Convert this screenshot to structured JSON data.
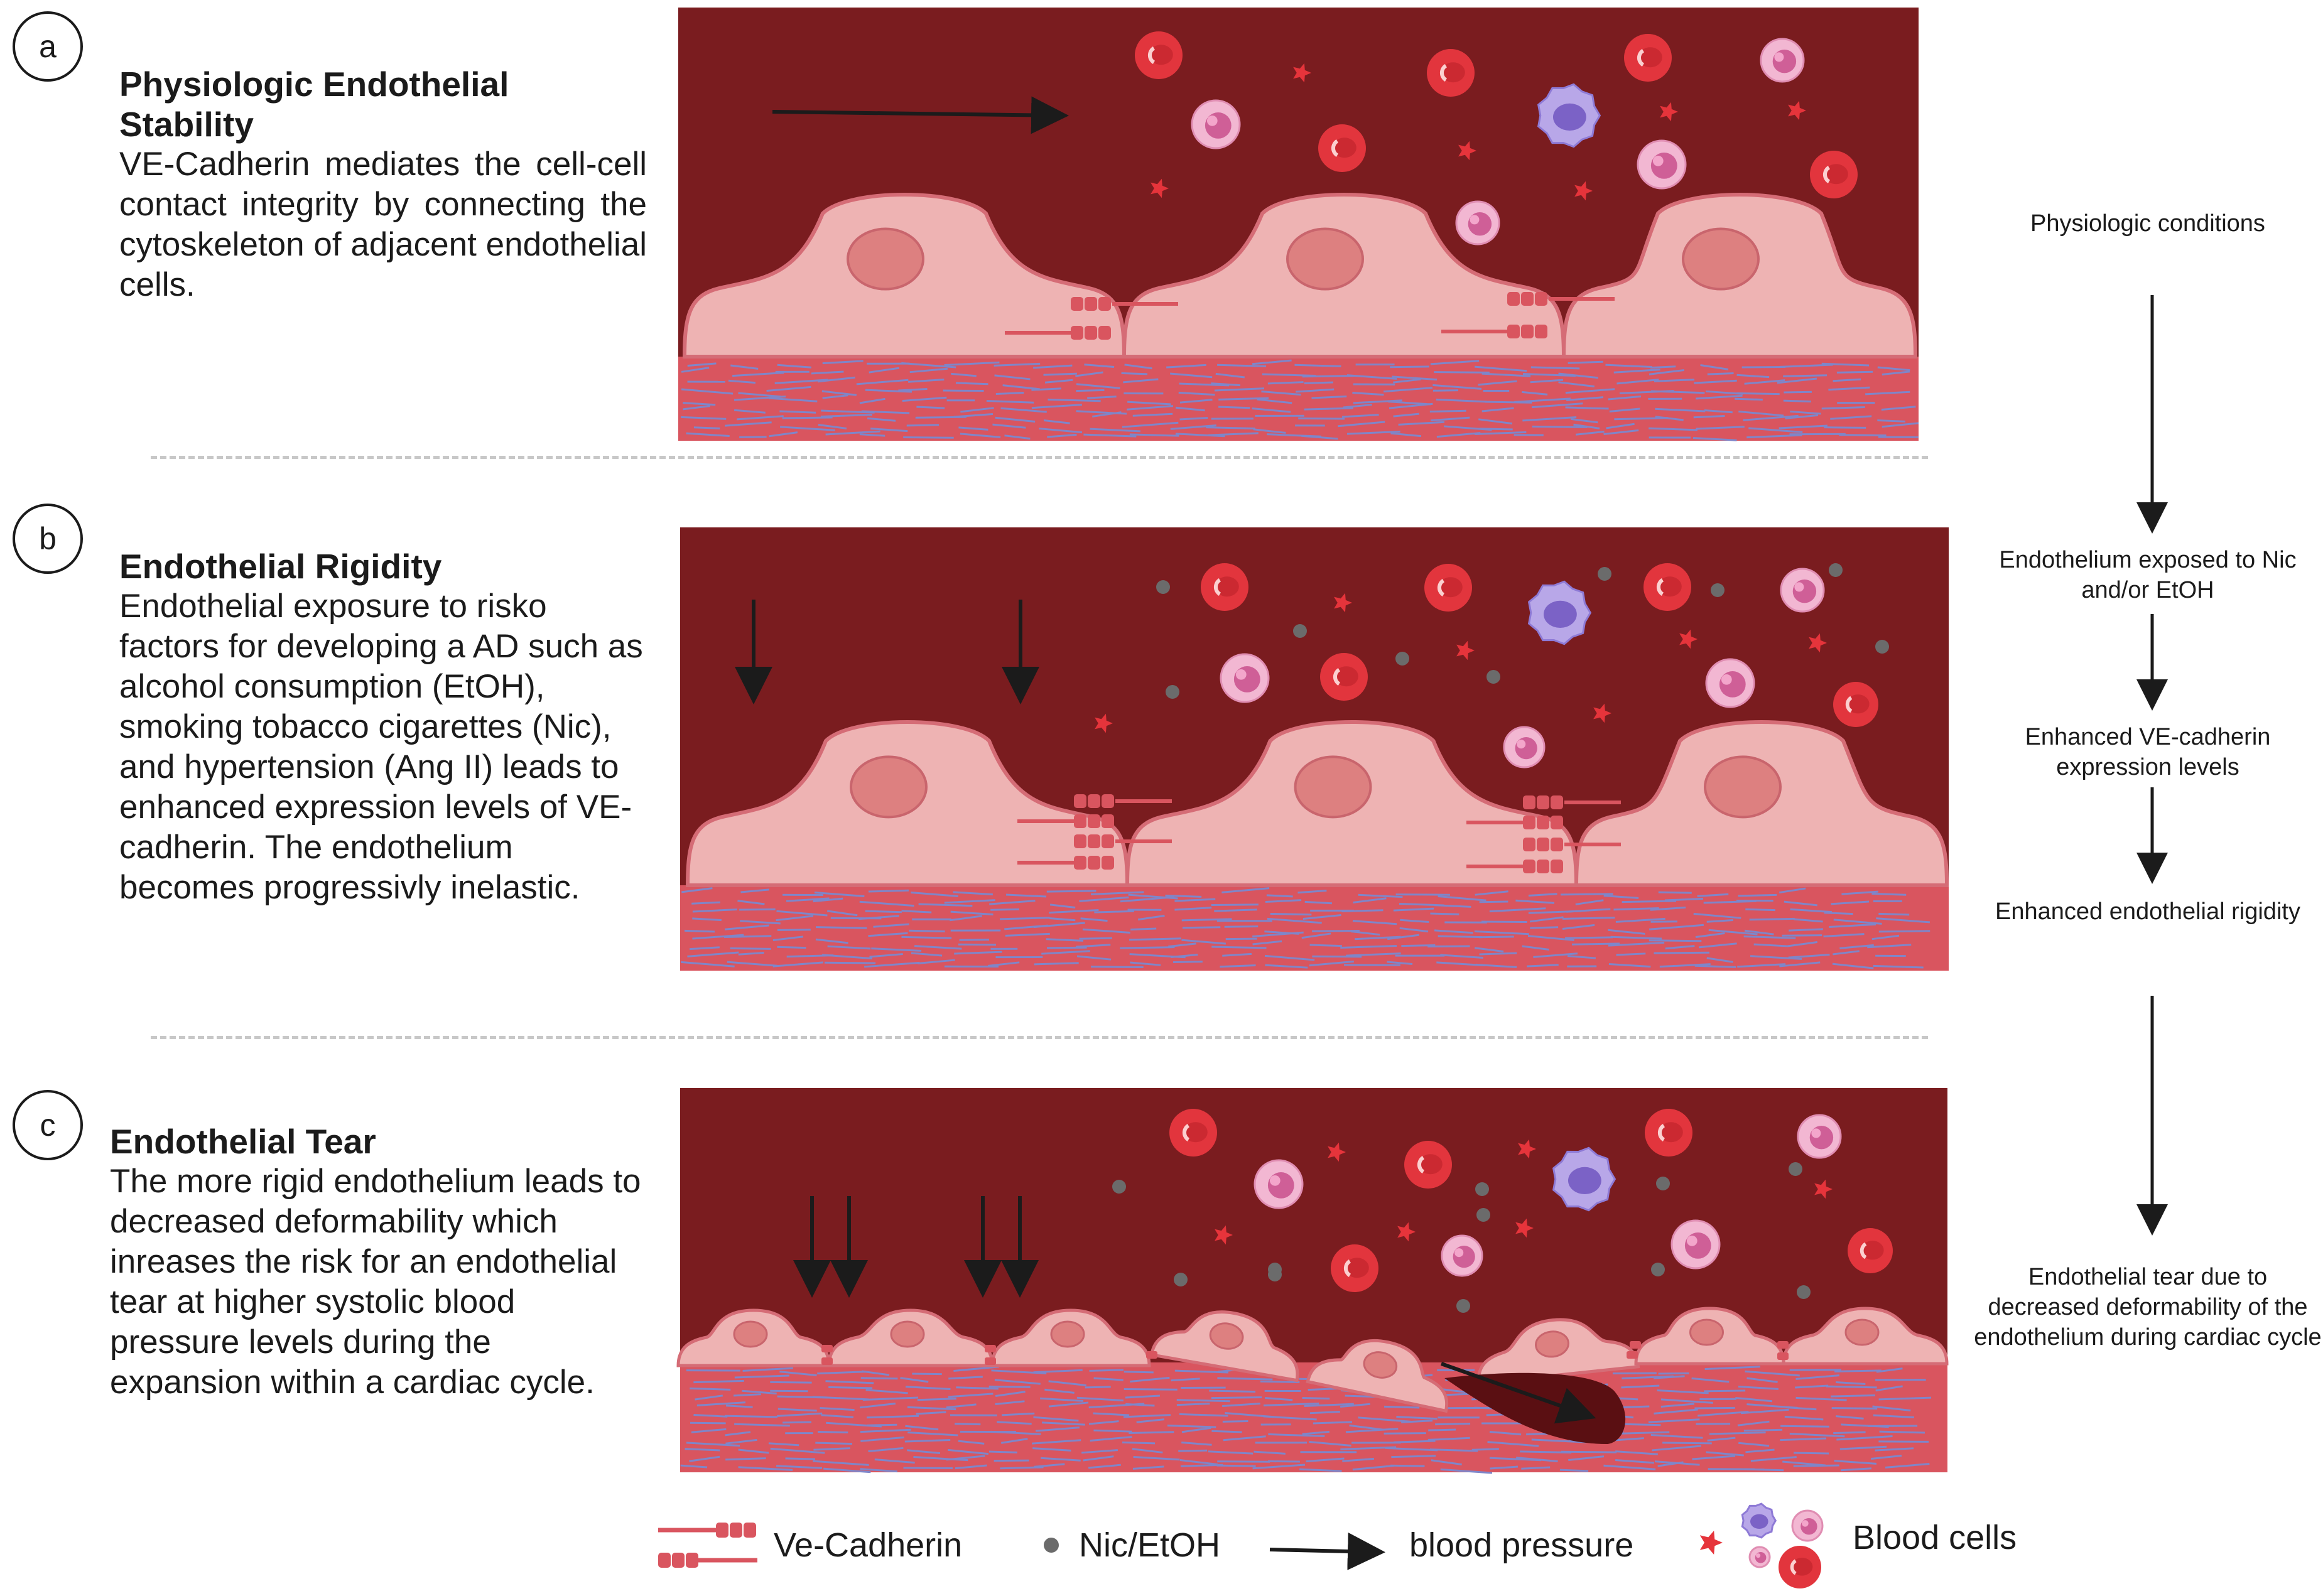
{
  "panels": [
    {
      "label": "a",
      "title": "Physiologic Endothelial Stability",
      "body": "VE-Cadherin mediates the cell-cell contact integrity by connecting the cytoskeleton of adjacent endothelial cells."
    },
    {
      "label": "b",
      "title": "Endothelial Rigidity",
      "body": "Endothelial exposure to risko factors for developing a AD such as alcohol consumption (EtOH), smoking tobacco cigarettes (Nic), and hypertension (Ang II)  leads to enhanced expression levels of VE-cadherin. The endothelium becomes progressivly inelastic."
    },
    {
      "label": "c",
      "title": "Endothelial Tear",
      "body": "The more rigid endothelium leads to decreased deformability which inreases the risk for an endothelial  tear at higher systolic blood pressure levels during the expansion within a cardiac cycle."
    }
  ],
  "flow": [
    "Physiologic conditions",
    "Endothelium exposed to Nic and/or EtOH",
    "Enhanced VE-cadherin expression levels",
    "Enhanced endothelial rigidity",
    "Endothelial tear due to decreased deformability of the endothelium during cardiac cycle"
  ],
  "legend": {
    "ve_cadherin": "Ve-Cadherin",
    "nic_etoh": "Nic/EtOH",
    "blood_pressure": "blood pressure",
    "blood_cells": "Blood cells"
  },
  "colors": {
    "lumen": "#7a1c1f",
    "cell": "#eeb3b3",
    "cell_outline": "#d56c76",
    "nucleus": "#dd8080",
    "matrix": "#d9555f",
    "fiber": "#7f86c9",
    "rbc": "#e2353d",
    "lymph": "#f2b7d2",
    "mono": "#b8a7e8",
    "platelet": "#e6343b",
    "particle": "#6b6b6b",
    "arrow": "#1b1b1b"
  }
}
